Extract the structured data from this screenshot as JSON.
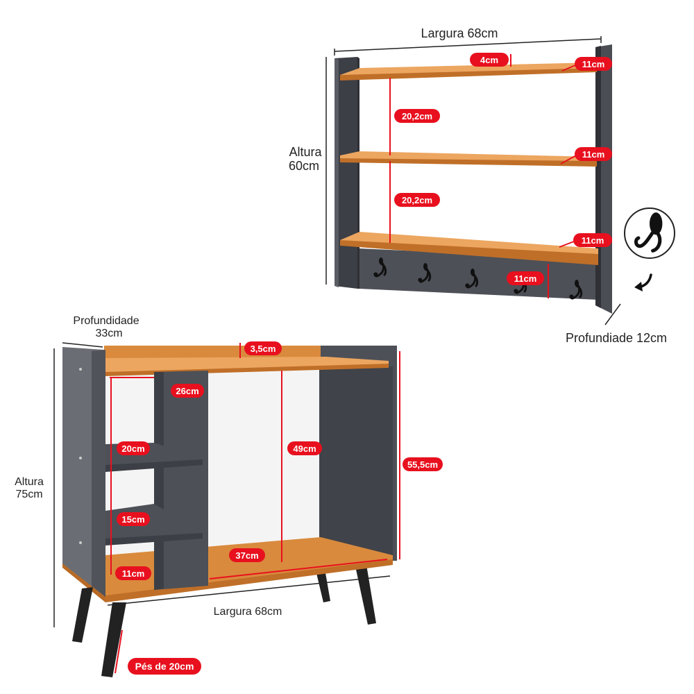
{
  "colors": {
    "graphite": "#4d5057",
    "graphite_dark": "#3c3f45",
    "graphite_light": "#6a6d74",
    "wood": "#d98a3d",
    "wood_dark": "#b96a25",
    "wood_light": "#eca660",
    "accent_red": "#e8101e",
    "legs": "#222222"
  },
  "icons": [
    "coat-hook-icon",
    "curved-arrow-icon"
  ],
  "wall_shelf": {
    "width_label": "Largura 68cm",
    "height_label_line1": "Altura",
    "height_label_line2": "60cm",
    "depth_label": "Profundiade 12cm",
    "shelf_gap_top": "20,2cm",
    "shelf_gap_bottom": "20,2cm",
    "shelf_width_top": "4cm",
    "shelf_depth_1": "11cm",
    "shelf_depth_2": "11cm",
    "shelf_depth_3": "11cm",
    "hook_board_height": "11cm"
  },
  "cabinet": {
    "depth_label_line1": "Profundidade",
    "depth_label_line2": "33cm",
    "height_label_line1": "Altura",
    "height_label_line2": "75cm",
    "width_label": "Largura 68cm",
    "top_rim": "3,5cm",
    "upper_niche": "26cm",
    "middle_niche": "20cm",
    "lower_niche": "15cm",
    "bottom_niche": "11cm",
    "open_height": "49cm",
    "open_width": "37cm",
    "side_height": "55,5cm",
    "legs_label": "Pés de 20cm"
  }
}
